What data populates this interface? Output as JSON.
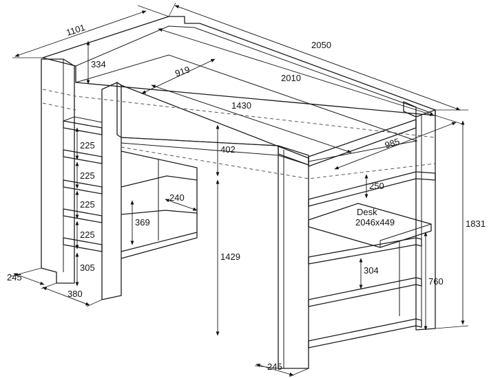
{
  "diagram": {
    "labels": {
      "depth_top": "1101",
      "length_total": "2050",
      "length_inner": "2010",
      "guard_height": "334",
      "inner_919": "919",
      "inner_1430": "1430",
      "width_985": "985",
      "front_panel_402": "402",
      "shelf_225_a": "225",
      "shelf_225_b": "225",
      "shelf_225_c": "225",
      "shelf_225_d": "225",
      "bottom_305": "305",
      "shelf_240": "240",
      "shelf_369": "369",
      "clearance_1429": "1429",
      "gap_250": "250",
      "desk_title": "Desk",
      "desk_size": "2046x449",
      "height_1831": "1831",
      "shelf_304": "304",
      "desk_height_760": "760",
      "ladder_245": "245",
      "ladder_380": "380",
      "post_245": "245"
    }
  }
}
